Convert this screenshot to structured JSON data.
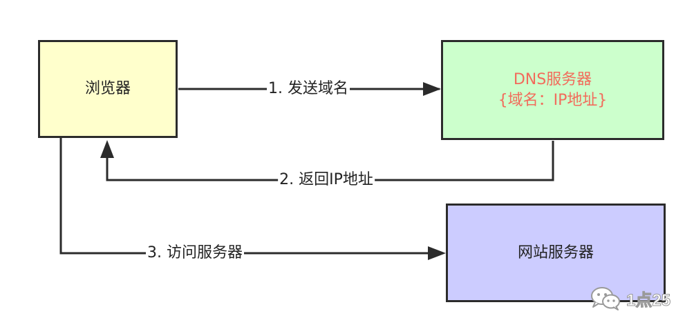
{
  "nodes": {
    "browser": {
      "label": "浏览器",
      "fill": "#ffffcc"
    },
    "dns": {
      "label": "DNS服务器",
      "sublabel": "{域名：IP地址}",
      "fill": "#ccffcc",
      "text_color": "#f26b5b"
    },
    "web": {
      "label": "网站服务器",
      "fill": "#ccccff"
    }
  },
  "edges": {
    "send_domain": {
      "label": "1. 发送域名"
    },
    "return_ip": {
      "label": "2. 返回IP地址"
    },
    "visit_server": {
      "label": "3. 访问服务器"
    }
  },
  "watermark": {
    "text": "1点25",
    "icon": "wechat-icon"
  },
  "colors": {
    "line": "#2b2b2b"
  }
}
